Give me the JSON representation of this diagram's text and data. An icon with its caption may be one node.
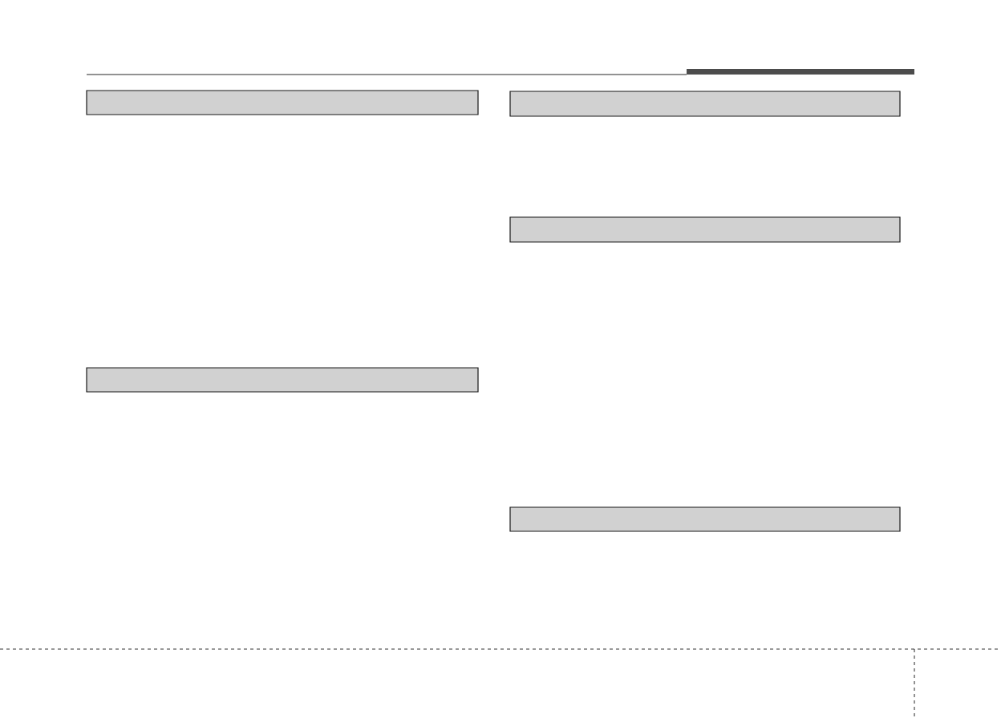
{
  "diagram": {
    "nodes": [
      {
        "text": [],
        "shape": "box"
      },
      {
        "text": [],
        "shape": "box"
      },
      {
        "text": [],
        "shape": "box"
      },
      {
        "text": [],
        "shape": "box"
      },
      {
        "text": [],
        "shape": "box"
      }
    ]
  }
}
